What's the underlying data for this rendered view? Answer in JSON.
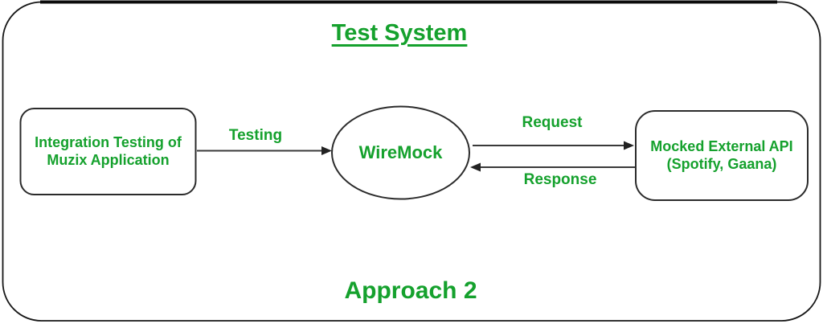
{
  "frame": {
    "title": "Test System",
    "caption": "Approach 2"
  },
  "nodes": {
    "left_box": {
      "line1": "Integration Testing of",
      "line2": "Muzix Application"
    },
    "ellipse": {
      "label": "WireMock"
    },
    "right_box": {
      "line1": "Mocked External API",
      "line2": "(Spotify, Gaana)"
    }
  },
  "arrows": {
    "testing": {
      "label": "Testing",
      "from": "left_box",
      "to": "ellipse"
    },
    "request": {
      "label": "Request",
      "from": "ellipse",
      "to": "right_box"
    },
    "response": {
      "label": "Response",
      "from": "right_box",
      "to": "ellipse"
    }
  },
  "colors": {
    "text_green": "#15a12d",
    "line_dark": "#2b2b2b"
  }
}
